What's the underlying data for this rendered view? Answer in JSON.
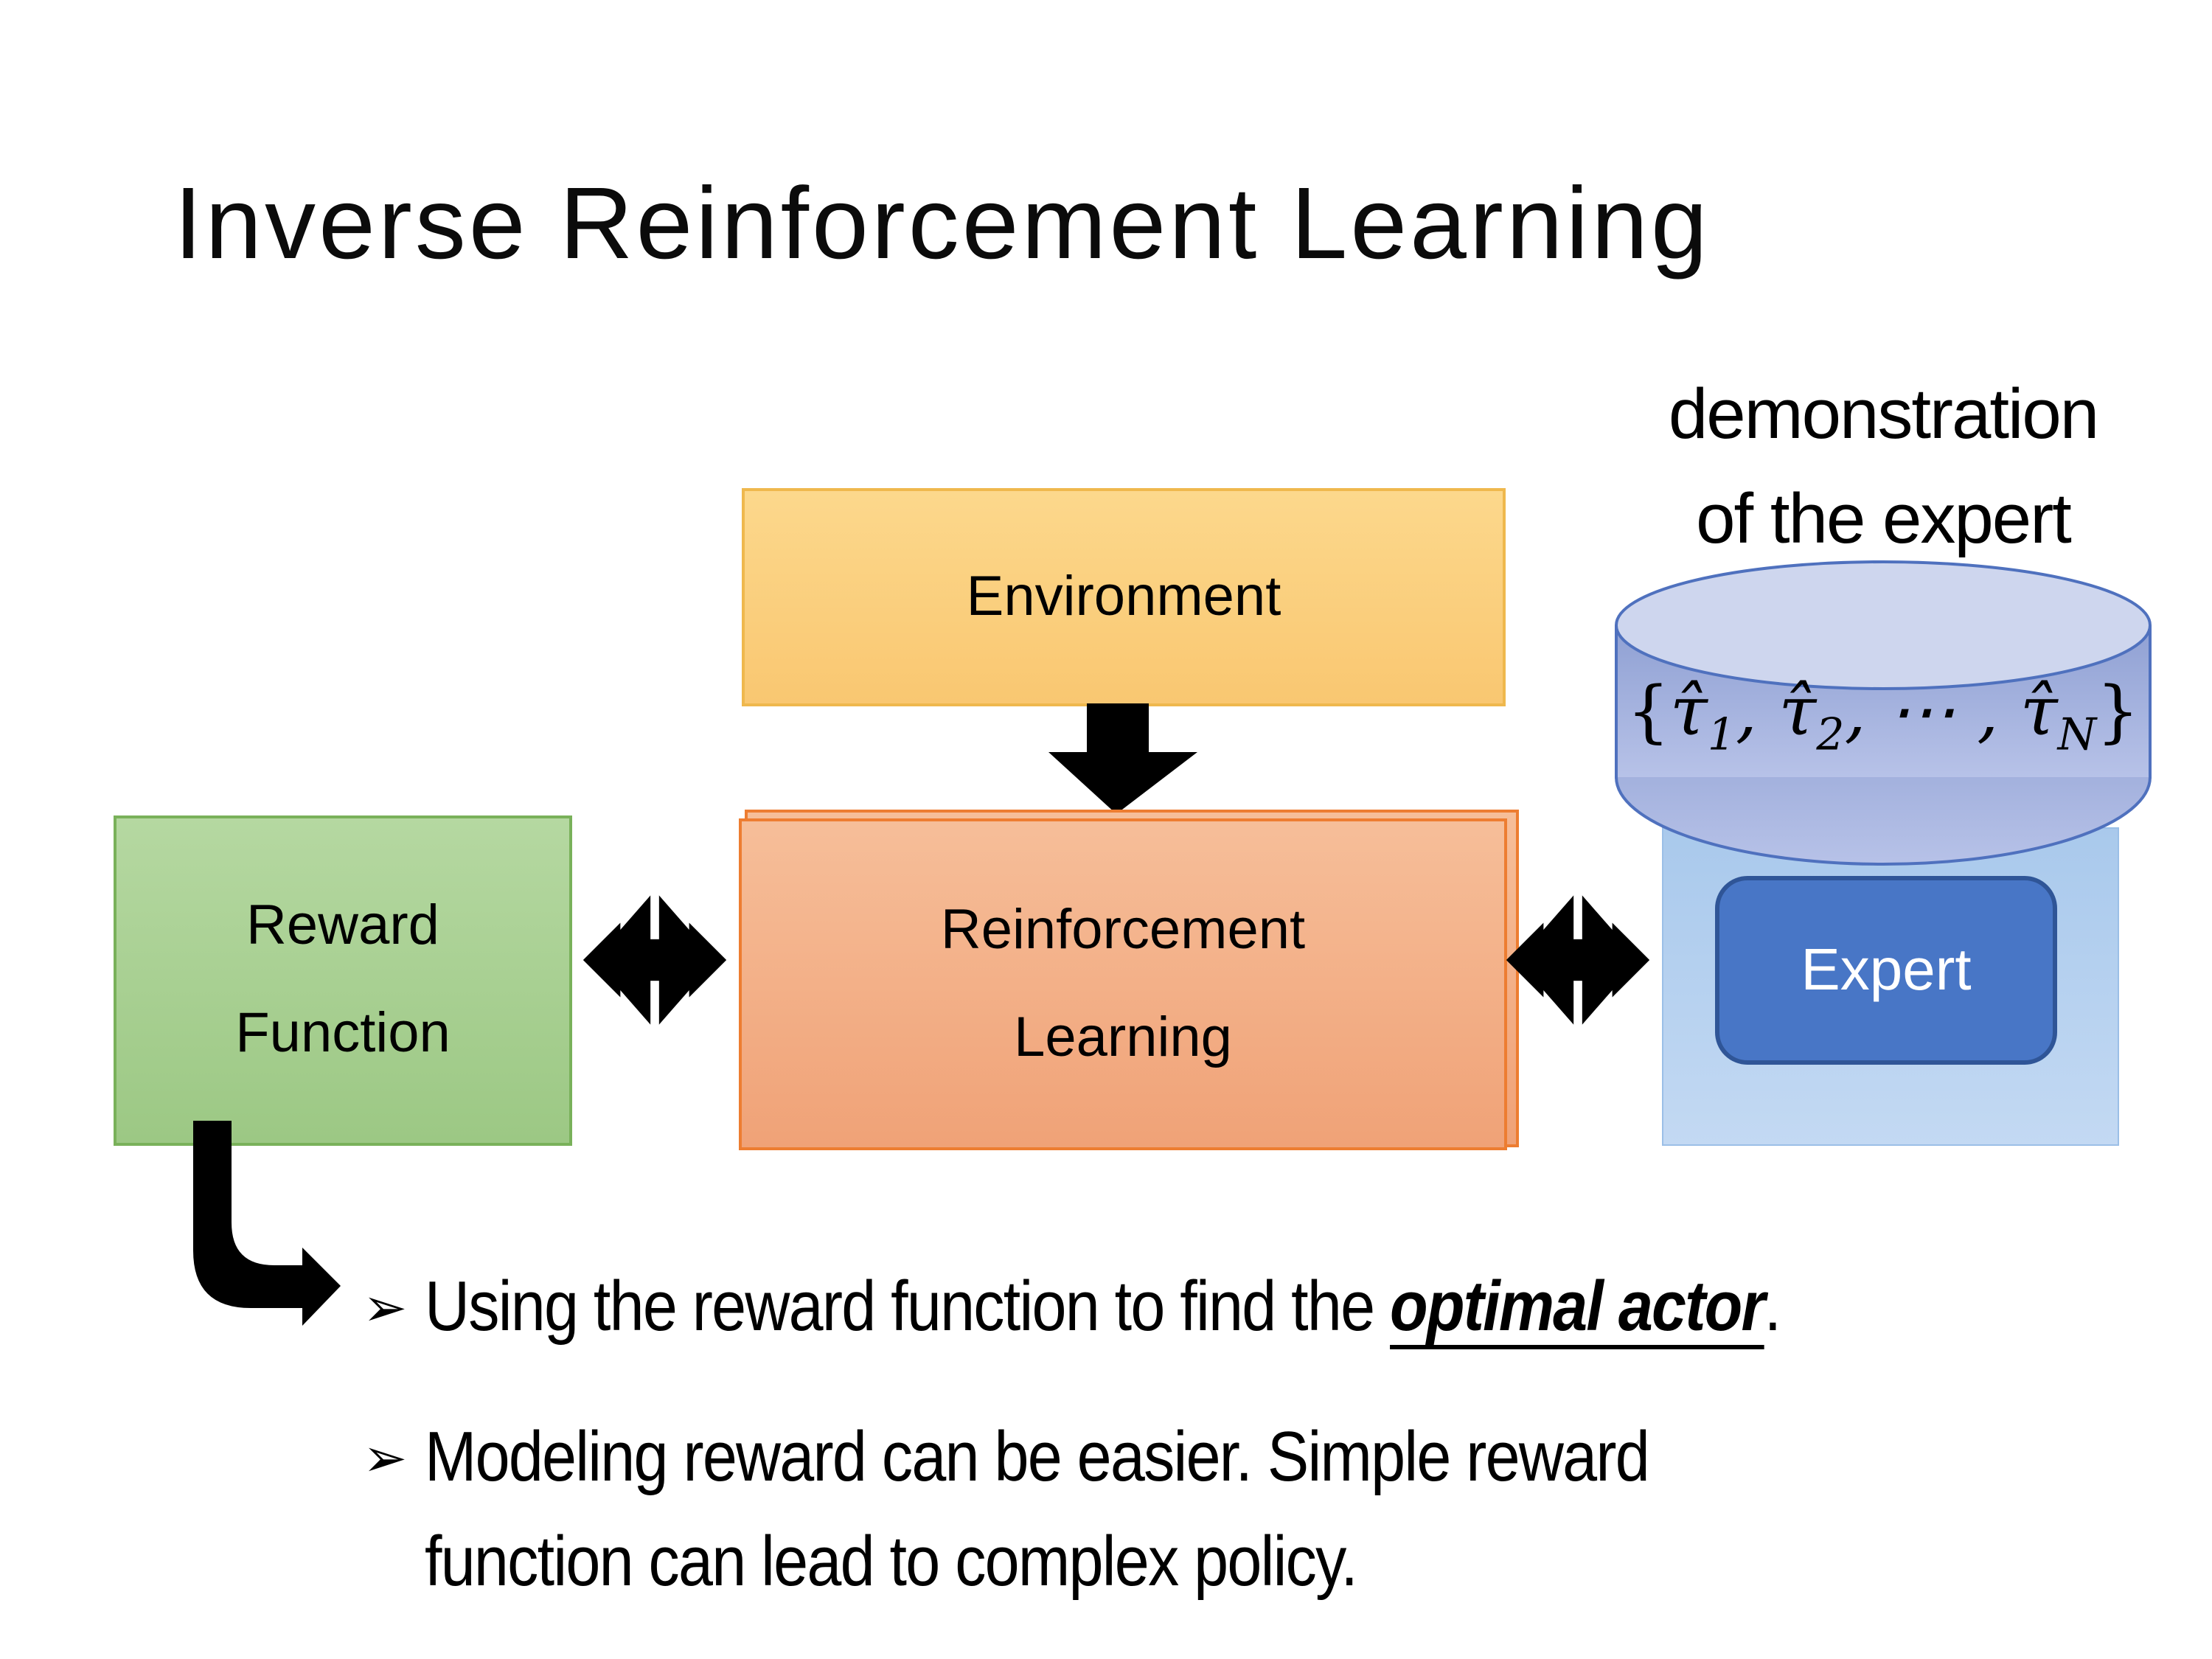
{
  "slide": {
    "title": "Inverse Reinforcement Learning",
    "colors": {
      "ink": "#000000",
      "env-top": "#FCD88C",
      "env-bot": "#F9C771",
      "env-border": "#EFB84D",
      "grn-top": "#B5D8A1",
      "grn-bot": "#9CC884",
      "grn-border": "#79B15A",
      "sal-top": "#F6BE99",
      "sal-bot": "#F0A277",
      "sal-border": "#ED7D31",
      "cyl-body-top": "#8FA0D3",
      "cyl-body-bot": "#B7C2E8",
      "cyl-top-fill": "#CED6EE",
      "cyl-border": "#4F71BE",
      "exp-outer-top": "#A9C9EC",
      "exp-outer-bot": "#C3D9F3",
      "exp-outer-border": "#9BBFE7",
      "exp-inner": "#4876C6",
      "exp-inner-border": "#2F5597"
    },
    "boxes": {
      "environment": {
        "label": "Environment"
      },
      "reward": {
        "label_line1": "Reward",
        "label_line2": "Function"
      },
      "rl": {
        "label_line1": "Reinforcement",
        "label_line2": "Learning"
      },
      "expert": {
        "label": "Expert"
      }
    },
    "demonstration": {
      "line1": "demonstration",
      "line2": "of the expert"
    },
    "formula": {
      "lbrace": "{",
      "rbrace": "}",
      "tau_hat": "τ̂",
      "sub_1": "1",
      "sub_2": "2",
      "sub_n": "N",
      "comma": ", ",
      "dots": "⋯ "
    },
    "bullets": {
      "marker": "➢",
      "item1_prefix": "Using the reward function to find the ",
      "item1_emphasis": "optimal actor",
      "item1_suffix": ".",
      "item2_line1": "Modeling reward can be easier. Simple reward",
      "item2_line2": "function can lead to complex policy."
    }
  }
}
